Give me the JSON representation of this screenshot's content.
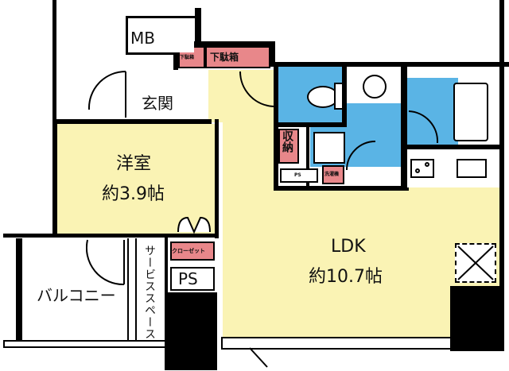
{
  "floor_plan": {
    "rooms": {
      "mb": {
        "label": "MB"
      },
      "genkan": {
        "label": "玄関"
      },
      "shoe_small": {
        "label": "下駄箱"
      },
      "shoe_large": {
        "label": "下駄箱"
      },
      "youshitsu": {
        "label": "洋室",
        "area": "約3.9帖"
      },
      "ldk": {
        "label": "LDK",
        "area": "約10.7帖"
      },
      "storage": {
        "label": "収納"
      },
      "ps_small": {
        "label": "PS"
      },
      "washer": {
        "label": "洗濯機"
      },
      "closet": {
        "label": "クローゼット"
      },
      "ps_big": {
        "label": "PS"
      },
      "service_space": {
        "label": "サービススペース"
      },
      "balcony": {
        "label": "バルコニー"
      }
    },
    "colors": {
      "living": "#faf3b4",
      "wet_area": "#5ab4e5",
      "storage": "#e8878a",
      "wall": "#000000"
    }
  }
}
